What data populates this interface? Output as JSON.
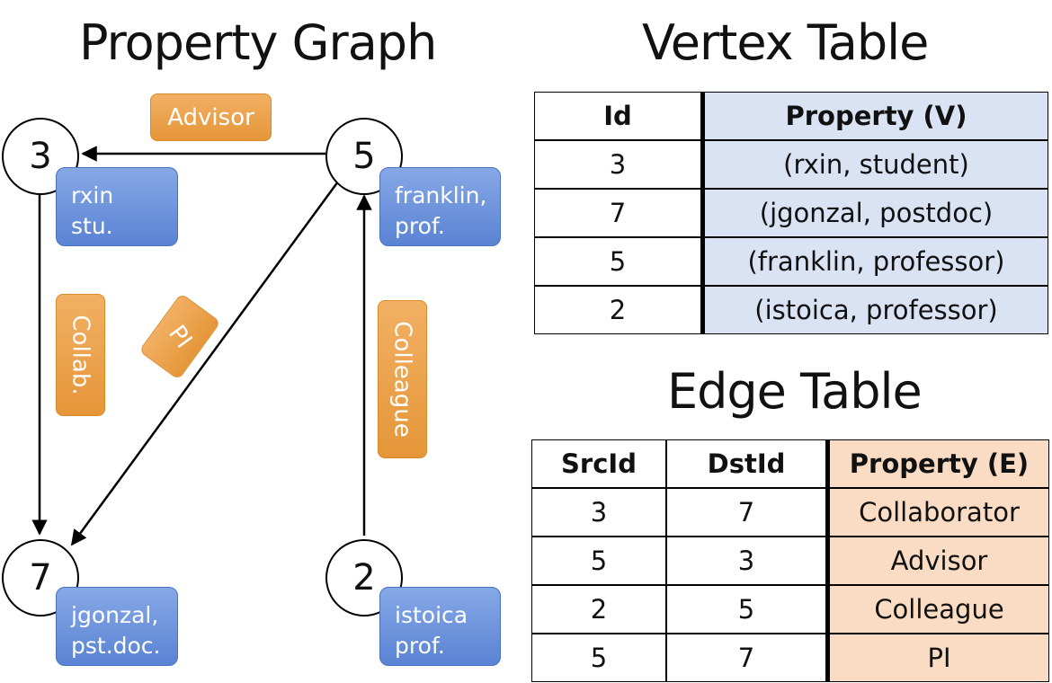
{
  "graph_title": "Property Graph",
  "vertex_title": "Vertex Table",
  "edge_title": "Edge Table",
  "colors": {
    "vertex_prop": "#6a92dc",
    "edge_label": "#eba54f",
    "vertex_table_prop": "#dae3f3",
    "edge_table_prop": "#fadcc4"
  },
  "nodes": [
    {
      "id": "3",
      "prop_line1": "rxin",
      "prop_line2": "stu."
    },
    {
      "id": "5",
      "prop_line1": "franklin,",
      "prop_line2": "prof."
    },
    {
      "id": "7",
      "prop_line1": "jgonzal,",
      "prop_line2": "pst.doc."
    },
    {
      "id": "2",
      "prop_line1": "istoica",
      "prop_line2": "prof."
    }
  ],
  "edge_labels": {
    "advisor": "Advisor",
    "collab": "Collab.",
    "pi": "PI",
    "colleague": "Colleague"
  },
  "vertex_table": {
    "headers": [
      "Id",
      "Property (V)"
    ],
    "rows": [
      [
        "3",
        "(rxin, student)"
      ],
      [
        "7",
        "(jgonzal, postdoc)"
      ],
      [
        "5",
        "(franklin, professor)"
      ],
      [
        "2",
        "(istoica, professor)"
      ]
    ]
  },
  "edge_table": {
    "headers": [
      "SrcId",
      "DstId",
      "Property (E)"
    ],
    "rows": [
      [
        "3",
        "7",
        "Collaborator"
      ],
      [
        "5",
        "3",
        "Advisor"
      ],
      [
        "2",
        "5",
        "Colleague"
      ],
      [
        "5",
        "7",
        "PI"
      ]
    ]
  }
}
